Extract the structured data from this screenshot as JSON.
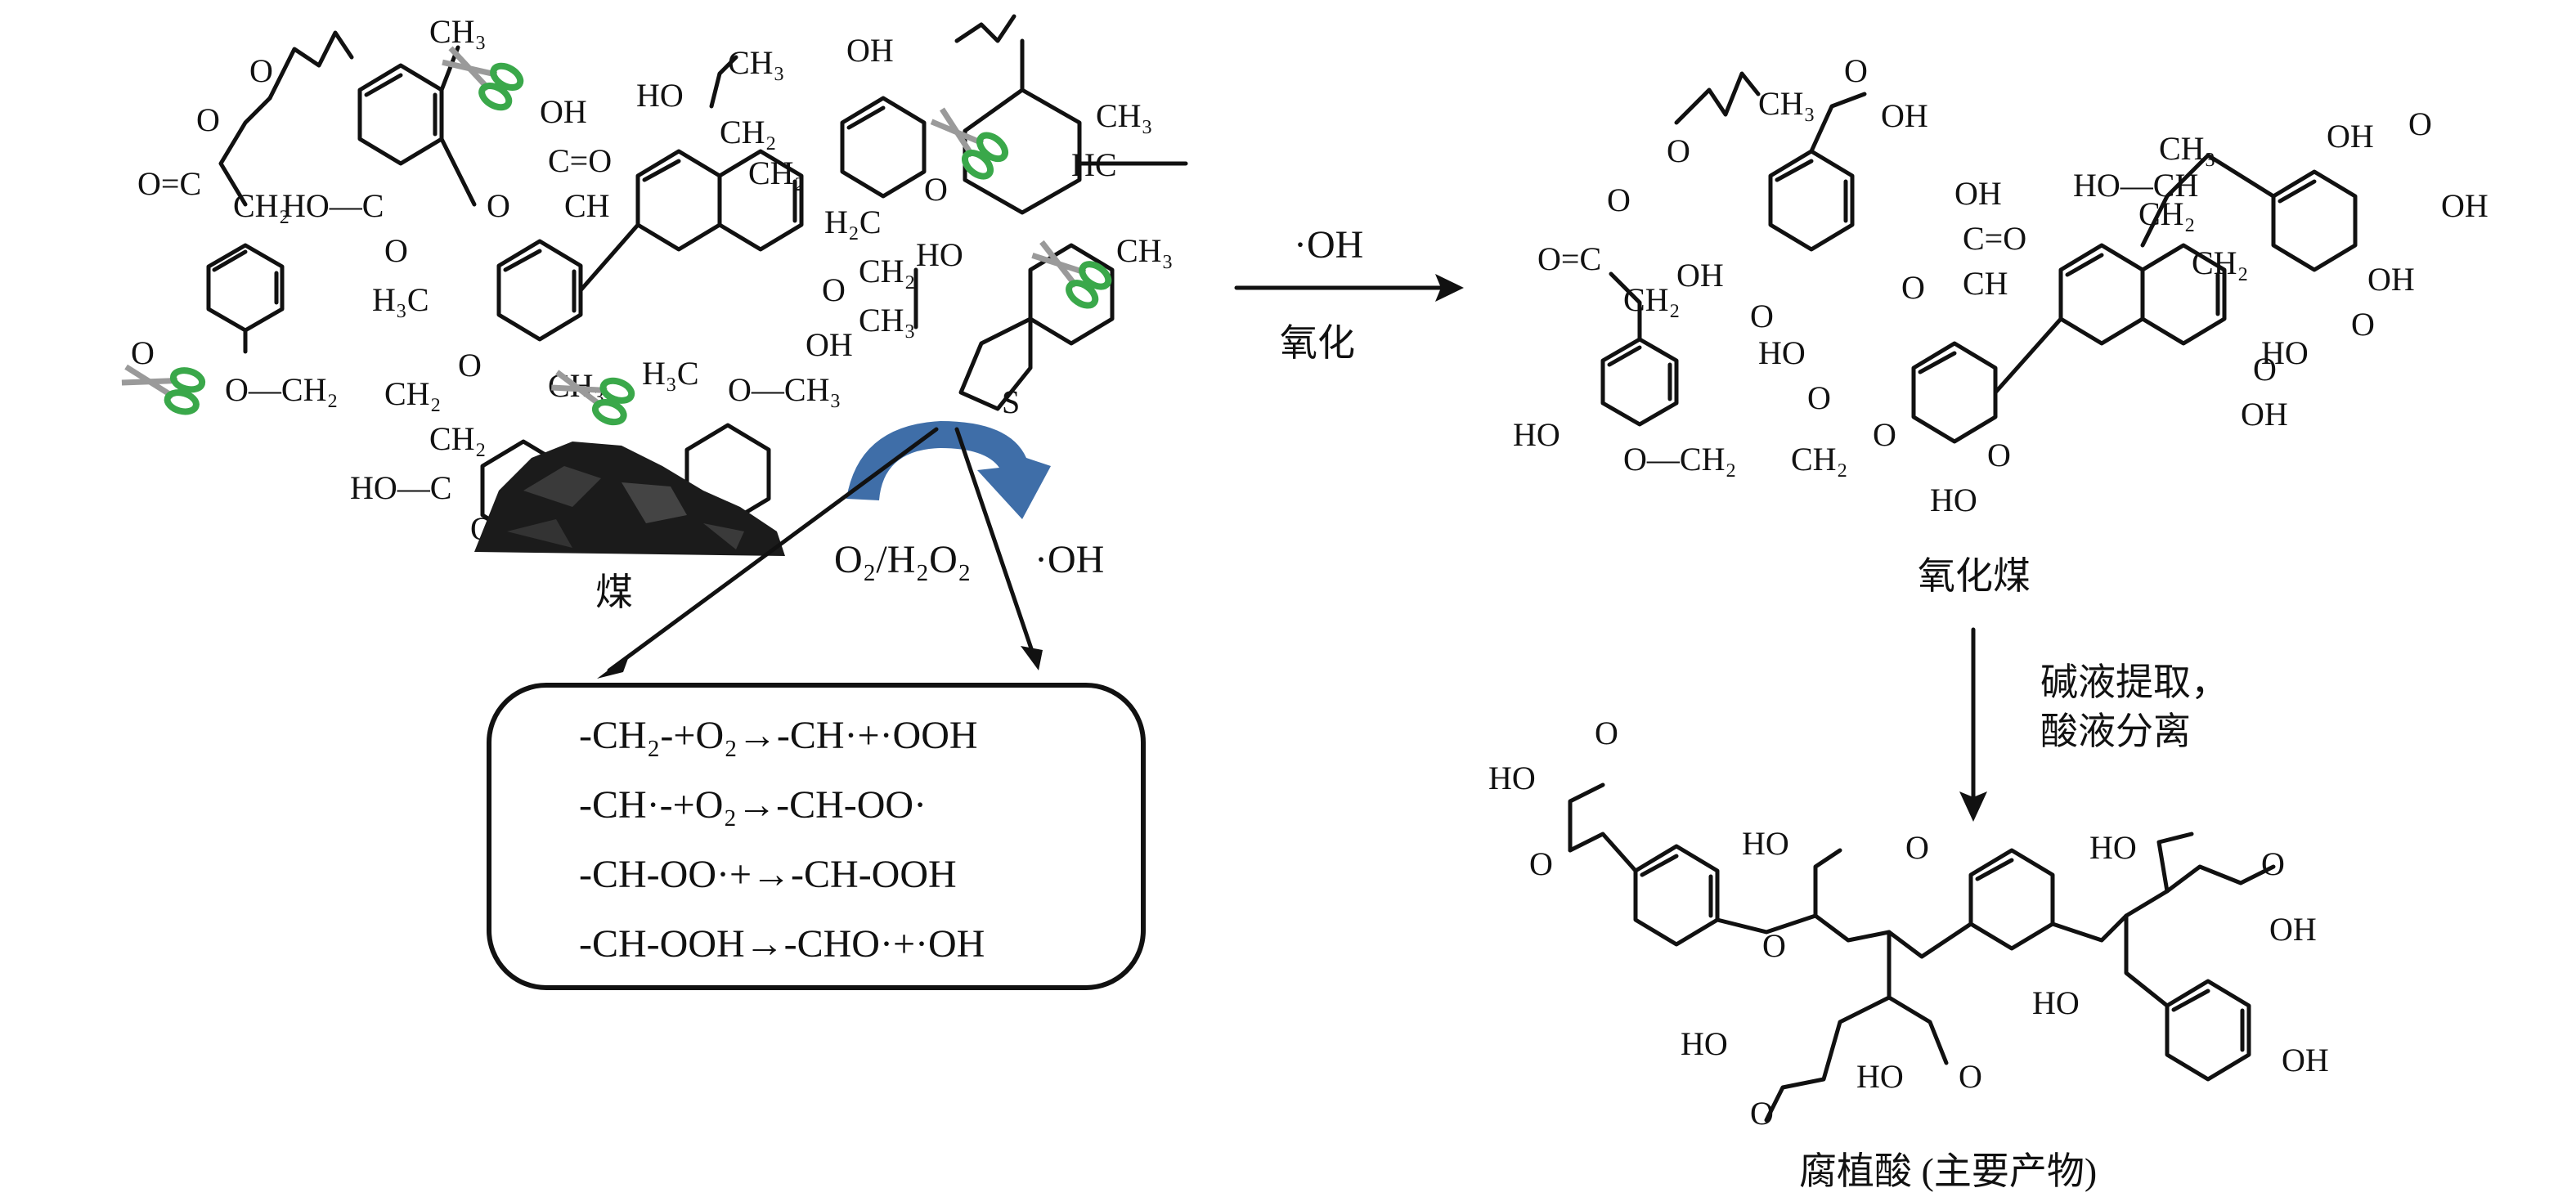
{
  "reagents": {
    "oxidant_top": "·OH",
    "oxidant_top_label": "氧化",
    "o2_h2o2": "O₂/H₂O₂",
    "oh_radical": "·OH",
    "extraction_line1": "碱液提取，",
    "extraction_line2": "酸液分离"
  },
  "labels": {
    "coal": "煤",
    "oxidized_coal": "氧化煤",
    "humic_acid": "腐植酸 (主要产物)"
  },
  "reactions": [
    "-CH₂-+O₂→-CH·+·OOH",
    "-CH·-+O₂→-CH-OO·",
    "-CH-OO·+→-CH-OOH",
    "-CH-OOH→-CHO·+·OH"
  ],
  "atoms": {
    "ch3": "CH₃",
    "ch2": "CH₂",
    "oh": "OH",
    "o": "O",
    "c": "C",
    "ch": "CH",
    "ho": "HO",
    "h3c": "H₃C",
    "h2c": "H₂C",
    "hc": "HC",
    "s": "S",
    "c_eq_o": "C=O",
    "o_eq_c": "O=C",
    "o_ch2": "O—CH₂",
    "ch2_text": "CH₂",
    "ho_c": "HO—C",
    "o_ch3": "O—CH₃",
    "ho_ch": "HO—CH"
  },
  "colors": {
    "ink": "#111111",
    "scissors_green": "#3aa84a",
    "scissors_grey": "#9a9a9a",
    "curved_arrow": "#3f6ea8",
    "coal": "#1b1b1b"
  }
}
